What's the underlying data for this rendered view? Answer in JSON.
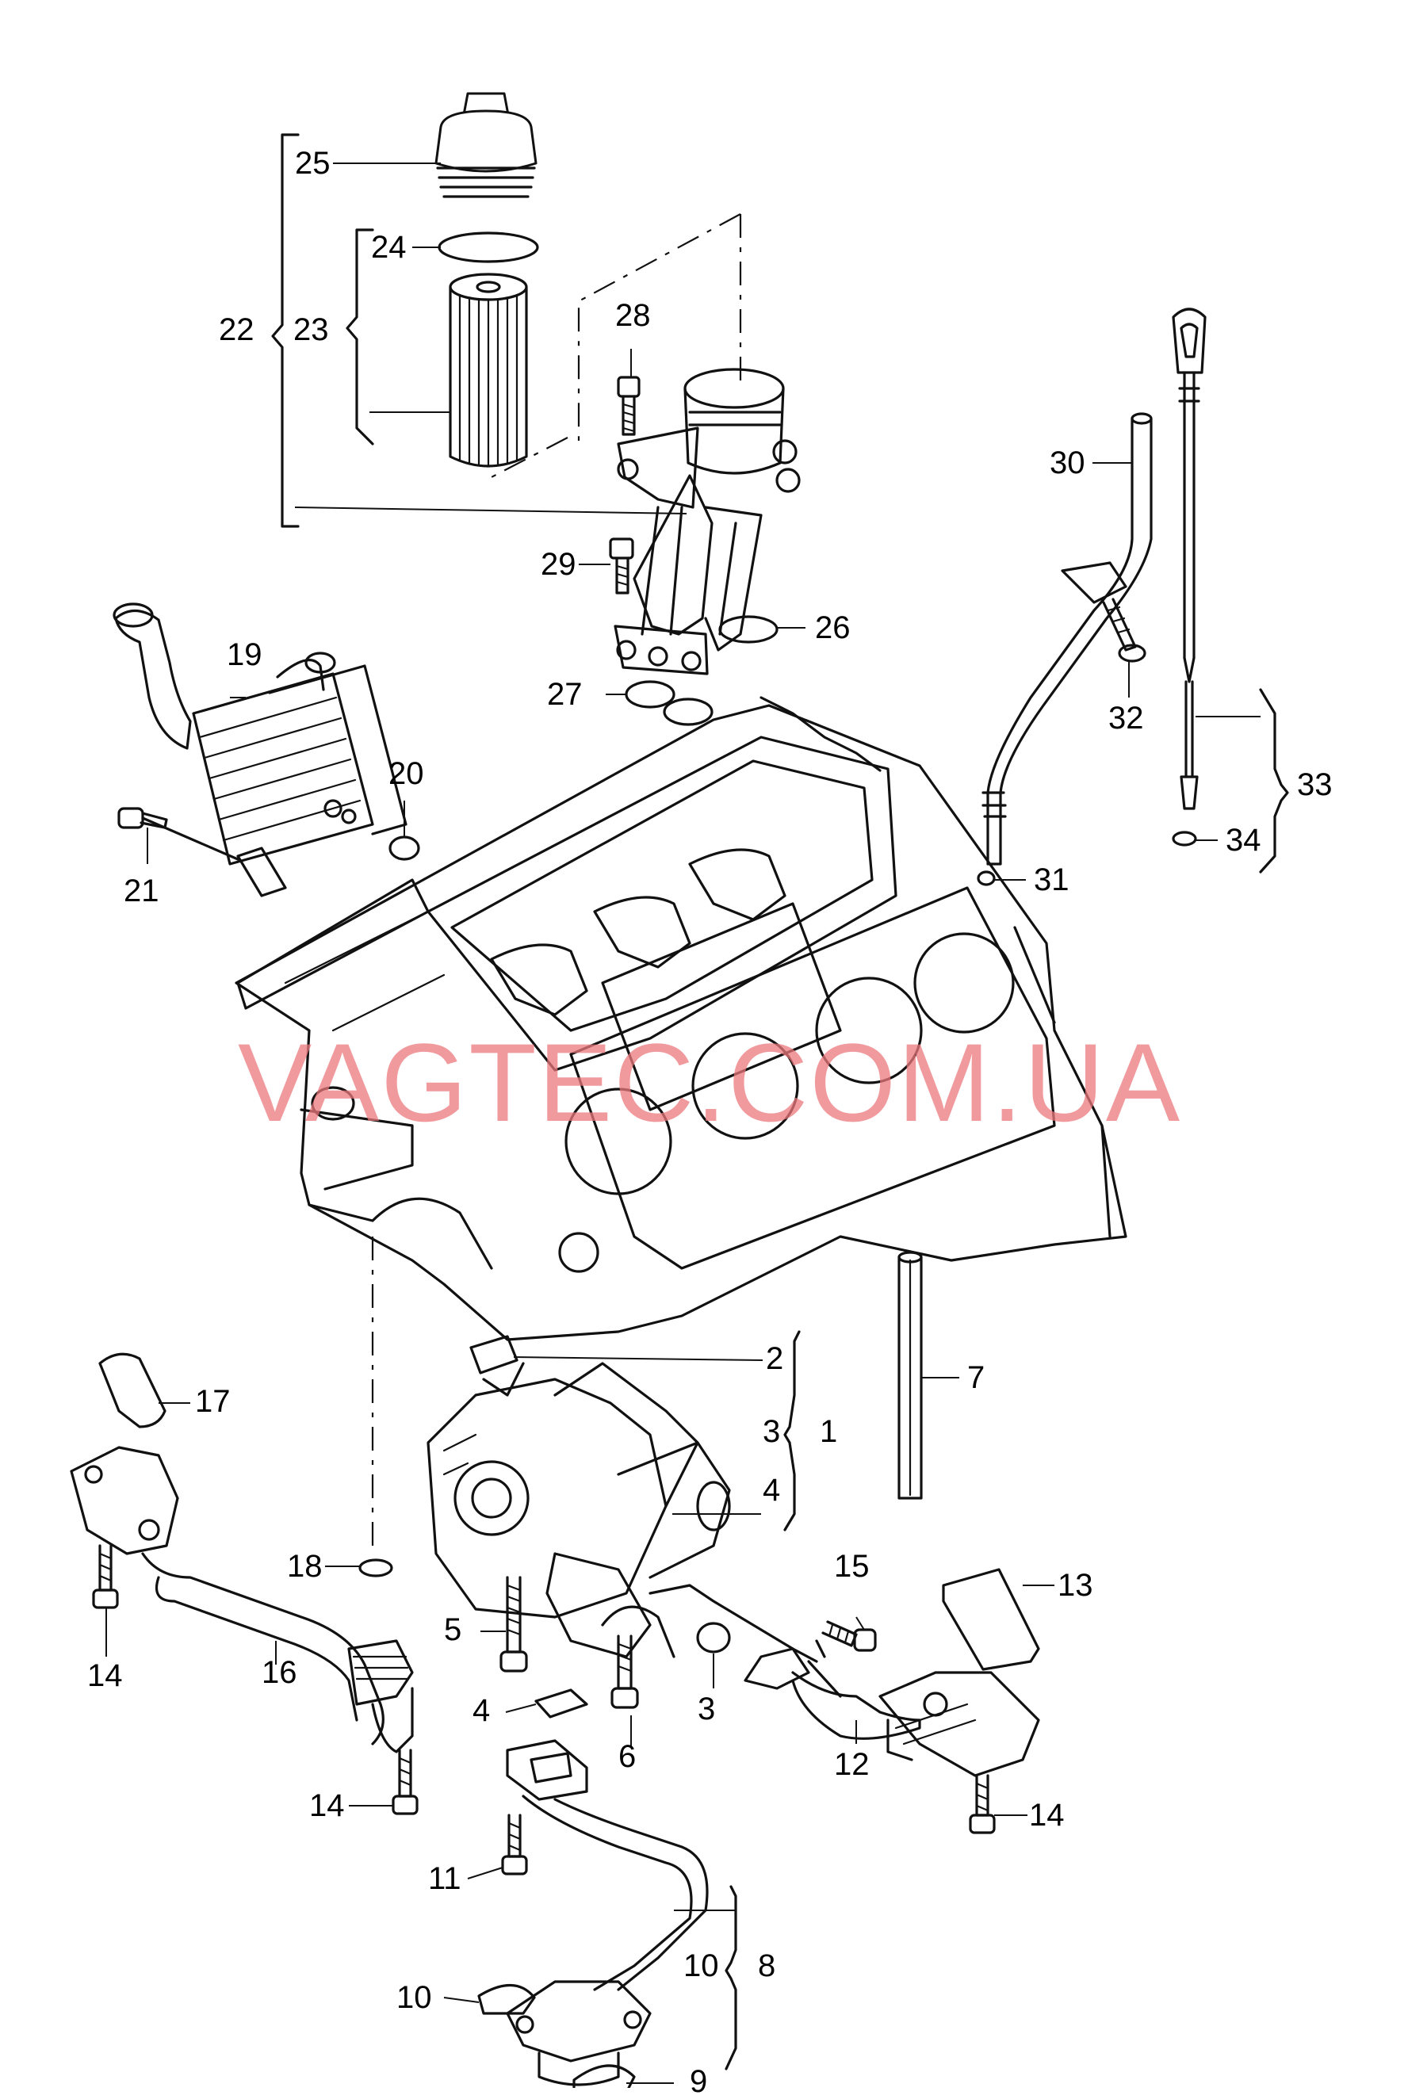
{
  "watermark": "VAGTEC.COM.UA",
  "callouts": {
    "c1": "1",
    "c2": "2",
    "c3a": "3",
    "c3b": "3",
    "c4a": "4",
    "c4b": "4",
    "c5": "5",
    "c6": "6",
    "c7": "7",
    "c8": "8",
    "c9": "9",
    "c10a": "10",
    "c10b": "10",
    "c11": "11",
    "c12": "12",
    "c13": "13",
    "c14a": "14",
    "c14b": "14",
    "c14c": "14",
    "c15": "15",
    "c16": "16",
    "c17": "17",
    "c18": "18",
    "c19": "19",
    "c20": "20",
    "c21": "21",
    "c22": "22",
    "c23": "23",
    "c24": "24",
    "c25": "25",
    "c26": "26",
    "c27": "27",
    "c28": "28",
    "c29": "29",
    "c30": "30",
    "c31": "31",
    "c32": "32",
    "c33": "33",
    "c34": "34"
  }
}
